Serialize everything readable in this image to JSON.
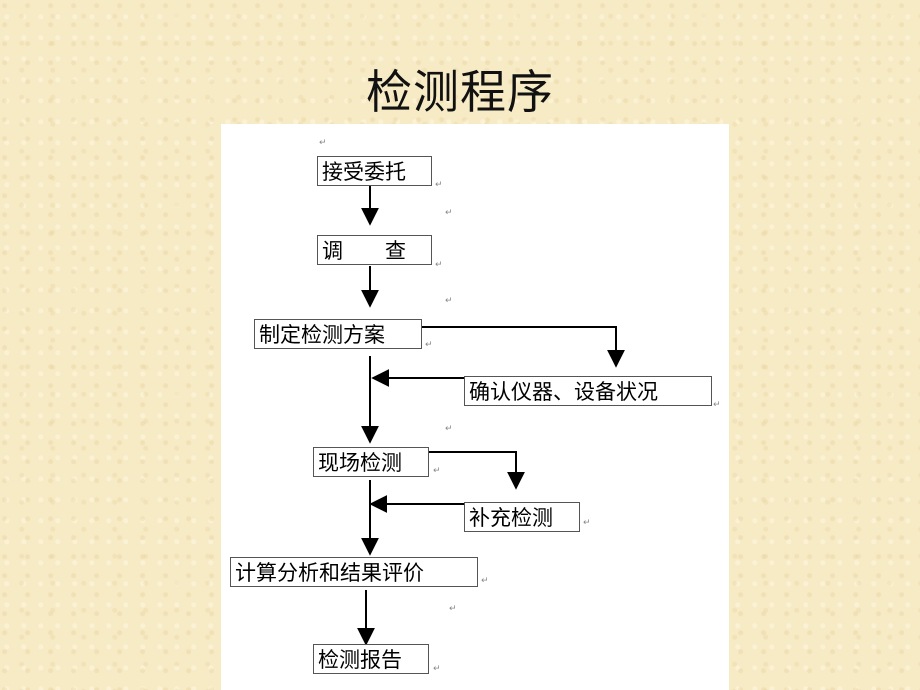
{
  "title": "检测程序",
  "steps": {
    "accept": "接受委托",
    "survey": "调　　查",
    "plan": "制定检测方案",
    "confirm": "确认仪器、设备状况",
    "onsite": "现场检测",
    "supplement": "补充检测",
    "evaluate": "计算分析和结果评价",
    "report": "检测报告"
  },
  "paragraph_mark": "↵"
}
